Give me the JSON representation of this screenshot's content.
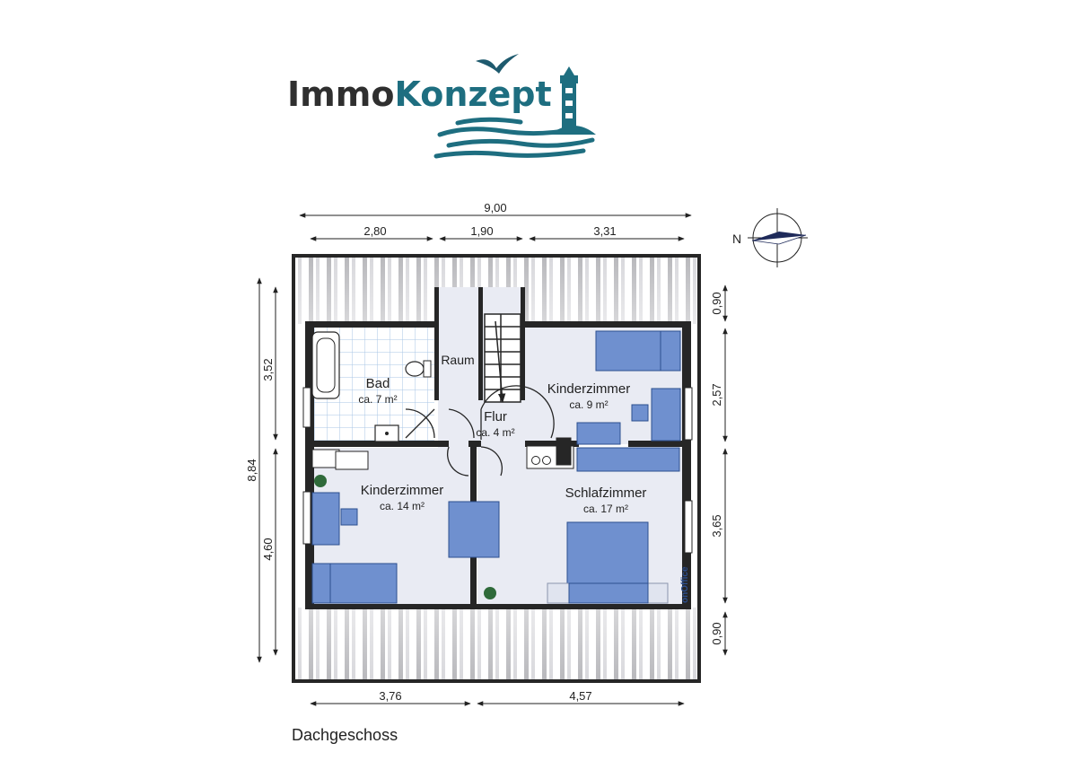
{
  "logo": {
    "part1": "Immo",
    "part2": "Konzept",
    "color1": "#2f2f2f",
    "color2": "#1e6e80"
  },
  "floor_label": "Dachgeschoss",
  "compass_label": "N",
  "watermark": "onOffice",
  "rooms": {
    "bad": {
      "name": "Bad",
      "area": "ca. 7 m²"
    },
    "raum": {
      "name": "Raum"
    },
    "flur": {
      "name": "Flur",
      "area": "ca. 4 m²"
    },
    "kinder_small": {
      "name": "Kinderzimmer",
      "area": "ca. 9 m²"
    },
    "kinder_large": {
      "name": "Kinderzimmer",
      "area": "ca. 14 m²"
    },
    "schlaf": {
      "name": "Schlafzimmer",
      "area": "ca. 17 m²"
    }
  },
  "dimensions": {
    "top_total": "9,00",
    "top_left": "2,80",
    "top_mid": "1,90",
    "top_right": "3,31",
    "left_total": "8,84",
    "left_upper": "3,52",
    "left_lower": "4,60",
    "right_1": "0,90",
    "right_2": "2,57",
    "right_3": "3,65",
    "right_4": "0,90",
    "bottom_left": "3,76",
    "bottom_right": "4,57"
  },
  "colors": {
    "floor": "#e9ebf3",
    "furniture": "#6f90cf",
    "wall": "#262626",
    "tile": "#a9c6e6"
  }
}
